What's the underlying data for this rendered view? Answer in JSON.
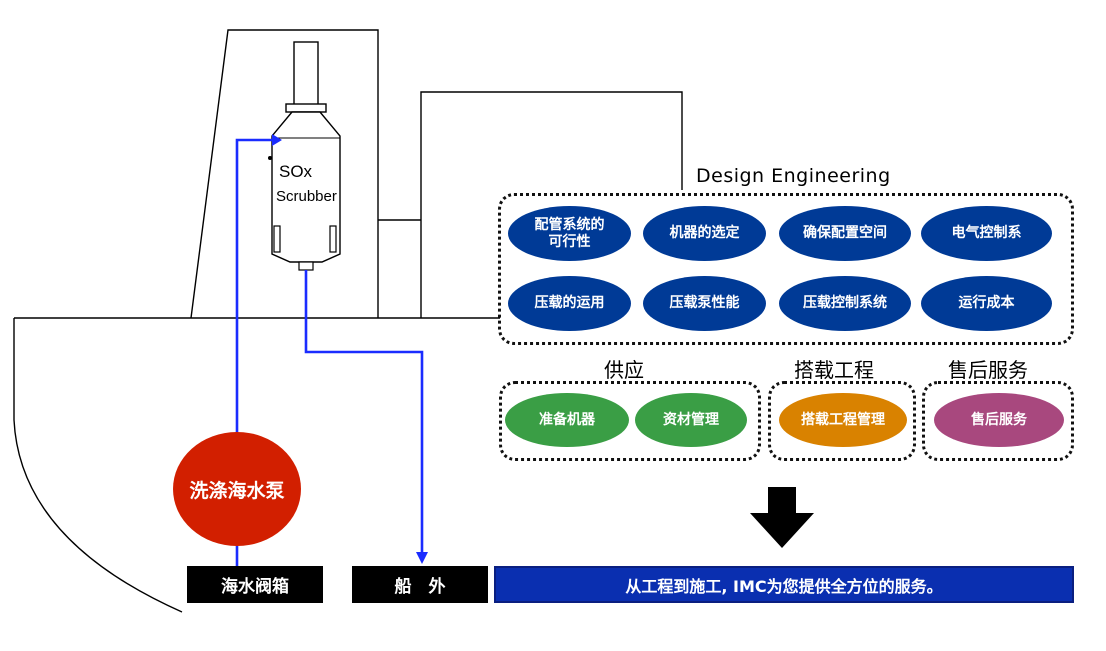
{
  "scrubber": {
    "line1": "SOx",
    "line2": "Scrubber"
  },
  "pump": {
    "label": "洗涤海水泵"
  },
  "sea_chest": {
    "label": "海水阀箱"
  },
  "overboard": {
    "label": "船　外"
  },
  "design": {
    "title": "Design Engineering",
    "items": [
      {
        "label": "配管系统的\n可行性"
      },
      {
        "label": "机器的选定"
      },
      {
        "label": "确保配置空间"
      },
      {
        "label": "电气控制系"
      },
      {
        "label": "压载的运用"
      },
      {
        "label": "压载泵性能"
      },
      {
        "label": "压载控制系统"
      },
      {
        "label": "运行成本"
      }
    ]
  },
  "supply": {
    "title": "供应",
    "items": [
      {
        "label": "准备机器"
      },
      {
        "label": "资材管理"
      }
    ]
  },
  "installation": {
    "title": "搭载工程",
    "items": [
      {
        "label": "搭载工程管理"
      }
    ]
  },
  "after_sales": {
    "title": "售后服务",
    "items": [
      {
        "label": "售后服务"
      }
    ]
  },
  "banner": {
    "text": "从工程到施工, IMC为您提供全方位的服务。"
  },
  "colors": {
    "design_pill": "#003a96",
    "supply_pill": "#3a9e45",
    "installation_pill": "#d98200",
    "after_sales_pill": "#a8487e",
    "pump": "#d21f00",
    "pipe": "#1a2cff",
    "banner": "#0a2fb0"
  }
}
